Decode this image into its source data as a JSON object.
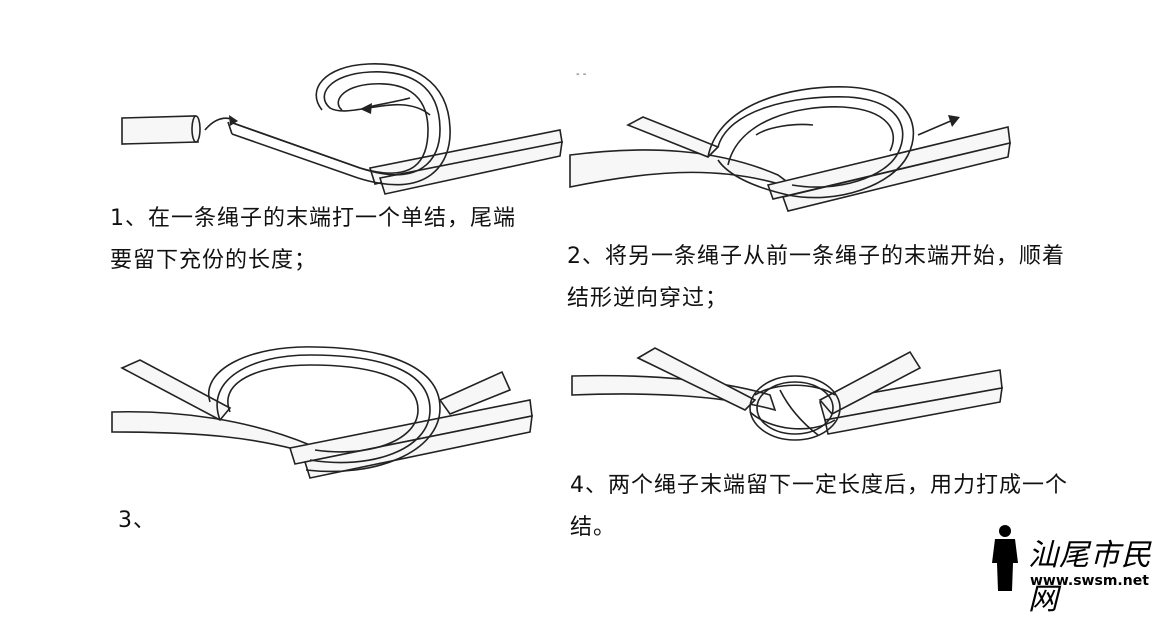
{
  "steps": [
    {
      "line1": "1、在一条绳子的末端打一个单结，尾端",
      "line2": "要留下充份的长度；"
    },
    {
      "line1": "2、将另一条绳子从前一条绳子的末端开始，顺着",
      "line2": "结形逆向穿过；"
    },
    {
      "line1": "3、",
      "line2": ""
    },
    {
      "line1": "4、两个绳子末端留下一定长度后，用力打成一个",
      "line2": "结。"
    }
  ],
  "watermark": {
    "text": "汕尾市民网",
    "url": "www.swsm.net",
    "icon": "silhouette-figure-icon"
  },
  "colors": {
    "ink": "#111111",
    "rope_fill": "#f4f4f4"
  }
}
